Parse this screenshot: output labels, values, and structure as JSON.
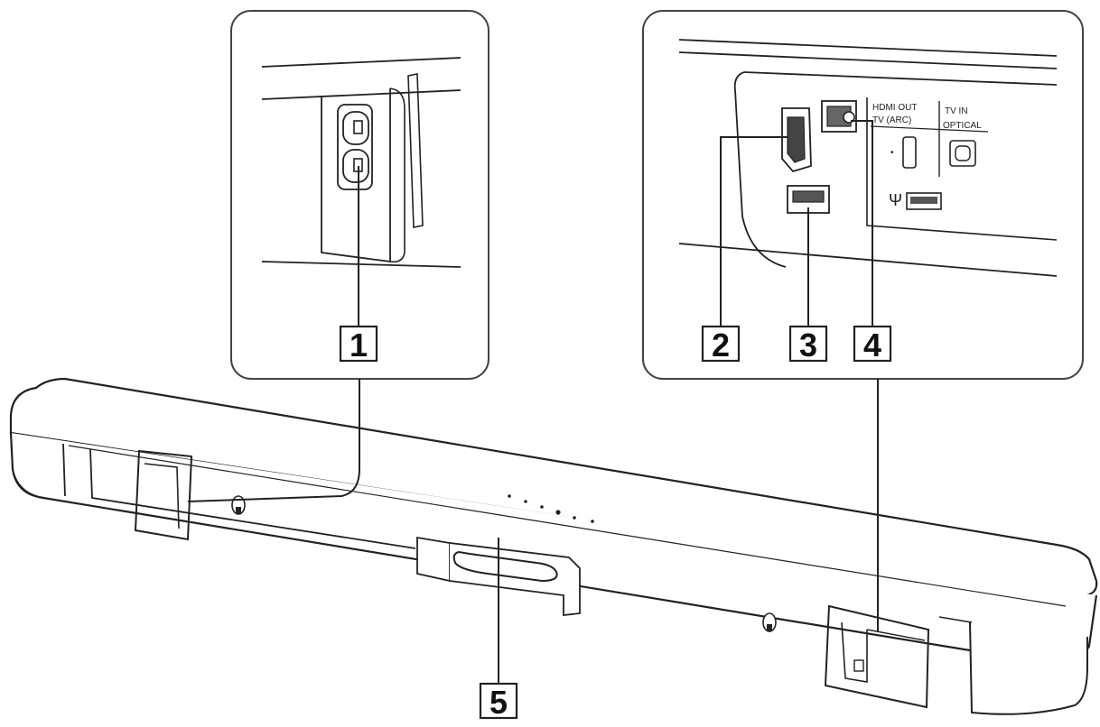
{
  "callouts": {
    "c1": "1",
    "c2": "2",
    "c3": "3",
    "c4": "4",
    "c5": "5"
  },
  "port_labels": {
    "hdmi_out": "HDMI OUT",
    "tv_arc": "TV (ARC)",
    "tv_in": "TV IN",
    "optical": "OPTICAL"
  },
  "colors": {
    "line": "#222222",
    "background": "#ffffff"
  }
}
